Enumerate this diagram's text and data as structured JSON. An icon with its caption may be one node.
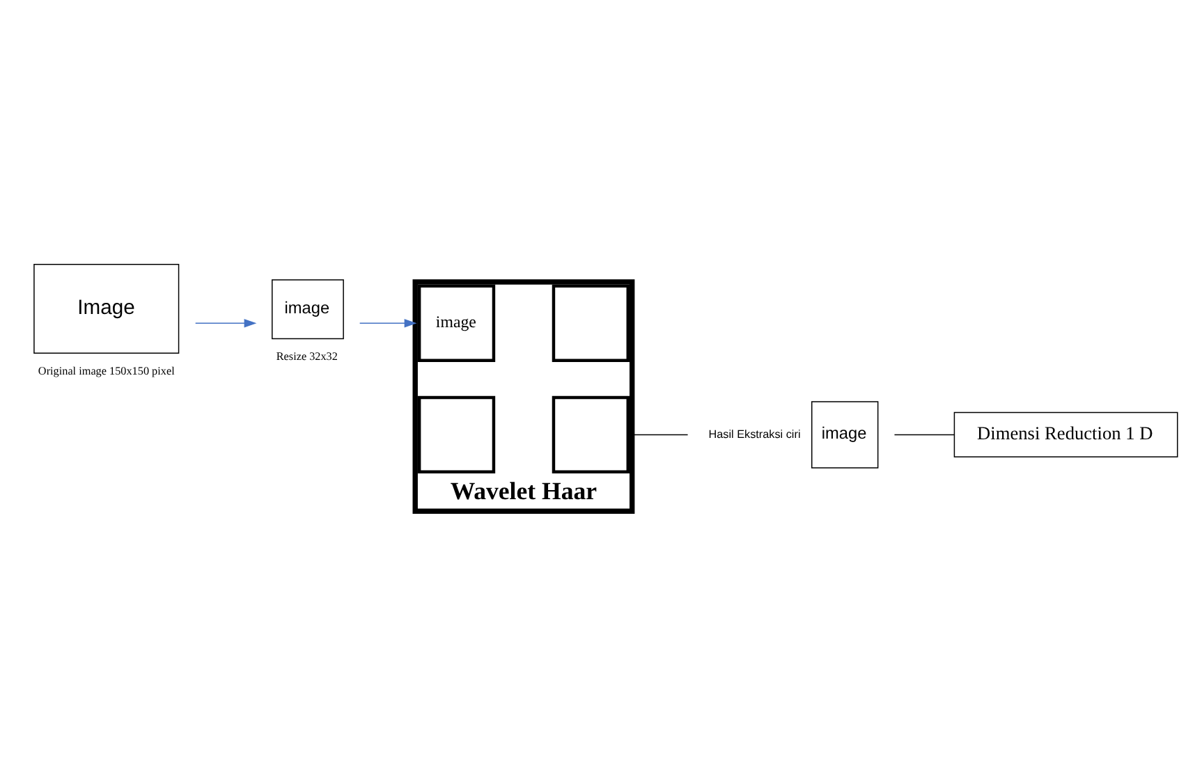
{
  "diagram": {
    "nodes": [
      {
        "text": [
          "Image"
        ],
        "beside": [
          "Original image 150x150 pixel"
        ]
      },
      {
        "text": [
          "image"
        ],
        "beside": [
          "Resize 32x32"
        ]
      },
      {
        "text": [
          "Wavelet Haar"
        ]
      },
      {
        "text": [
          "image"
        ],
        "in": 2
      },
      {
        "text": [],
        "shape": "box",
        "in": 2
      },
      {
        "text": [],
        "shape": "box",
        "in": 2
      },
      {
        "text": [],
        "shape": "box",
        "in": 2
      },
      {
        "text": [
          "image"
        ],
        "beside": [
          "Hasil Ekstraksi ciri"
        ]
      },
      {
        "text": [
          "Dimensi Reduction 1 D"
        ]
      }
    ],
    "edges": [
      {
        "from": 0,
        "to": 1,
        "arrow": "to",
        "color": "#4472c4"
      },
      {
        "from": 1,
        "to": 2,
        "arrow": "to",
        "color": "#4472c4"
      },
      {
        "from": 2,
        "to": 7,
        "arrow": "none",
        "color": "#000000"
      },
      {
        "from": 7,
        "to": 8,
        "arrow": "none",
        "color": "#000000"
      }
    ]
  }
}
